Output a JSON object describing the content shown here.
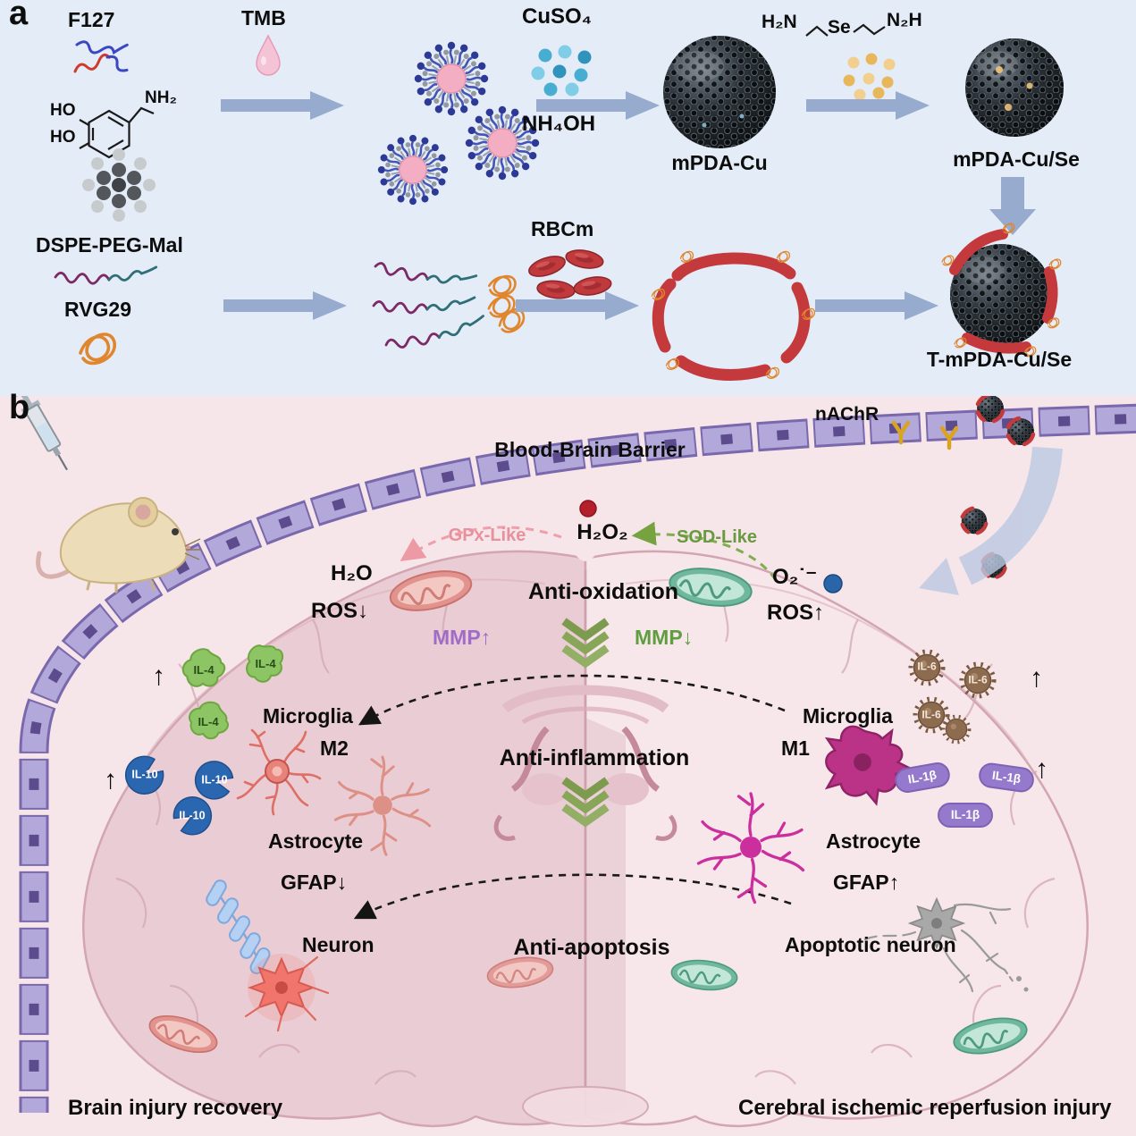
{
  "palette": {
    "panel_a_bg": "#e4ecf7",
    "panel_b_bg": "#f6e5e9",
    "process_arrow": "#96abcd",
    "bbb_cell_purple": "#b3a8da",
    "gpx_pink": "#e8919e",
    "sod_green": "#699a40",
    "mmp_up_purple": "#9f6cc8",
    "mmp_down_green": "#5f9e3f",
    "il4_green": "#8dc464",
    "il10_blue": "#2b66b0",
    "il6_brown": "#8d6b4f",
    "il1b_purple": "#9579cc",
    "rbc_red": "#c43a3c",
    "rvg29_orange": "#e0862f",
    "m1_magenta": "#ba3386",
    "m2_salmon": "#e8837b"
  },
  "panel_a": {
    "tag": "a",
    "f127": "F127",
    "ho_top": "HO",
    "ho_bottom": "HO",
    "nh2": "NH₂",
    "tmb": "TMB",
    "cuso4": "CuSO₄",
    "nh4oh": "NH₄OH",
    "mpda_cu": "mPDA-Cu",
    "se_left": "H₂N",
    "se_mid": "Se",
    "se_right": "N₂H",
    "mpda_cu_se": "mPDA-Cu/Se",
    "dspe_peg_mal": "DSPE-PEG-Mal",
    "rvg29": "RVG29",
    "rbcm": "RBCm",
    "t_mpda_cu_se": "T-mPDA-Cu/Se"
  },
  "panel_b": {
    "tag": "b",
    "bbb": "Blood-Brain Barrier",
    "nachr": "nAChR",
    "h2o2": "H₂O₂",
    "gpx_like": "GPx-Like",
    "sod_like": "SOD-Like",
    "h2o": "H₂O",
    "ros": "ROS",
    "mmp": "MMP",
    "arrow_up": "↑",
    "arrow_down": "↓",
    "anti_oxidation": "Anti-oxidation",
    "o2_radical": "O₂˙⁻",
    "anti_inflammation": "Anti-inflammation",
    "microglia": "Microglia",
    "m2": "M2",
    "m1": "M1",
    "il4": "IL-4",
    "il10": "IL-10",
    "il6": "IL-6",
    "il1b": "IL-1β",
    "astrocyte": "Astrocyte",
    "gfap": "GFAP",
    "anti_apoptosis": "Anti-apoptosis",
    "neuron": "Neuron",
    "apoptotic_neuron": "Apoptotic neuron",
    "caption_left": "Brain injury recovery",
    "caption_right": "Cerebral ischemic reperfusion injury"
  }
}
